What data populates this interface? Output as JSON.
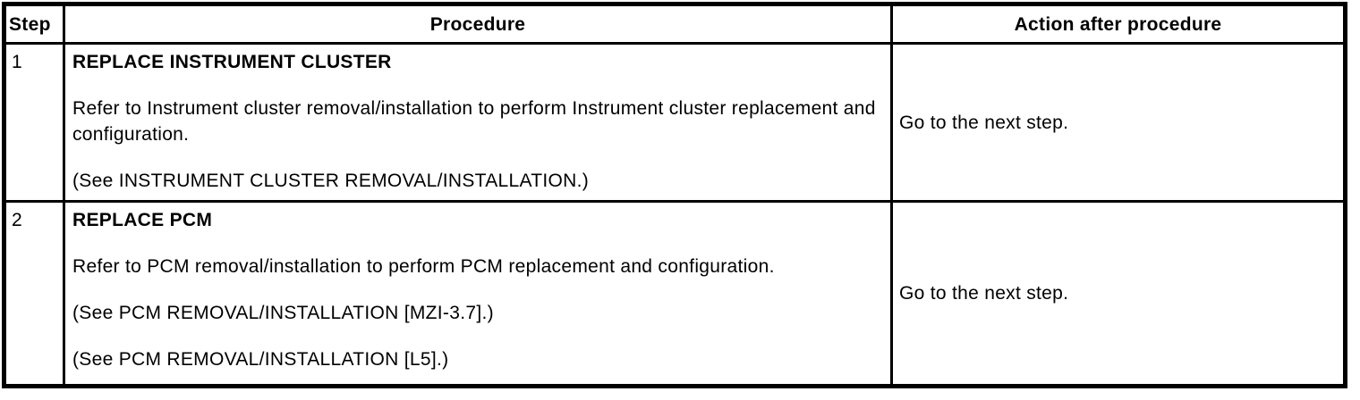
{
  "table": {
    "columns": {
      "step": "Step",
      "procedure": "Procedure",
      "action": "Action after procedure"
    },
    "rows": [
      {
        "step": "1",
        "title": "REPLACE INSTRUMENT CLUSTER",
        "paragraphs": [
          "Refer to Instrument cluster removal/installation to perform Instrument cluster replacement and configuration.",
          "(See INSTRUMENT CLUSTER REMOVAL/INSTALLATION.)"
        ],
        "action": "Go to the next step."
      },
      {
        "step": "2",
        "title": "REPLACE PCM",
        "paragraphs": [
          "Refer to PCM removal/installation to perform PCM replacement and configuration.",
          "(See PCM REMOVAL/INSTALLATION [MZI-3.7].)",
          "(See PCM REMOVAL/INSTALLATION [L5].)"
        ],
        "action": "Go to the next step."
      }
    ]
  },
  "colors": {
    "border": "#000000",
    "text": "#000000",
    "background": "#ffffff"
  }
}
